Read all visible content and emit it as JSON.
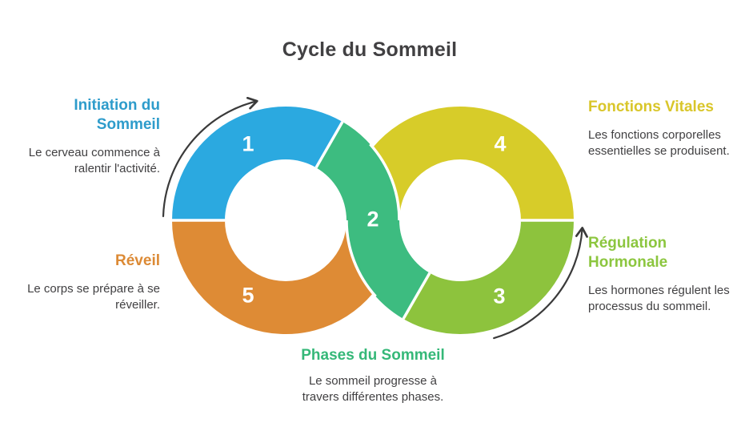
{
  "title": "Cycle du Sommeil",
  "colors": {
    "blue": "#2BA9E0",
    "green": "#3DBC80",
    "yellow": "#D7CC29",
    "olive": "#8DC33D",
    "orange": "#DE8B35",
    "blue_text": "#2E9CCB",
    "green_text": "#35B878",
    "yellow_text": "#D9C62A",
    "olive_text": "#8CC63F",
    "orange_text": "#DC8A35",
    "body_text": "#414042",
    "title_text": "#414042",
    "arrow": "#3A3A3A"
  },
  "steps": [
    {
      "number": "1",
      "heading": "Initiation du Sommeil",
      "body": "Le cerveau commence à ralentir l'activité."
    },
    {
      "number": "2",
      "heading": "Phases du Sommeil",
      "body": "Le sommeil progresse à travers différentes phases."
    },
    {
      "number": "3",
      "heading": "Régulation Hormonale",
      "body": "Les hormones régulent les processus du sommeil."
    },
    {
      "number": "4",
      "heading": "Fonctions Vitales",
      "body": "Les fonctions corporelles essentielles se produisent."
    },
    {
      "number": "5",
      "heading": "Réveil",
      "body": "Le corps se prépare à se réveiller."
    }
  ]
}
